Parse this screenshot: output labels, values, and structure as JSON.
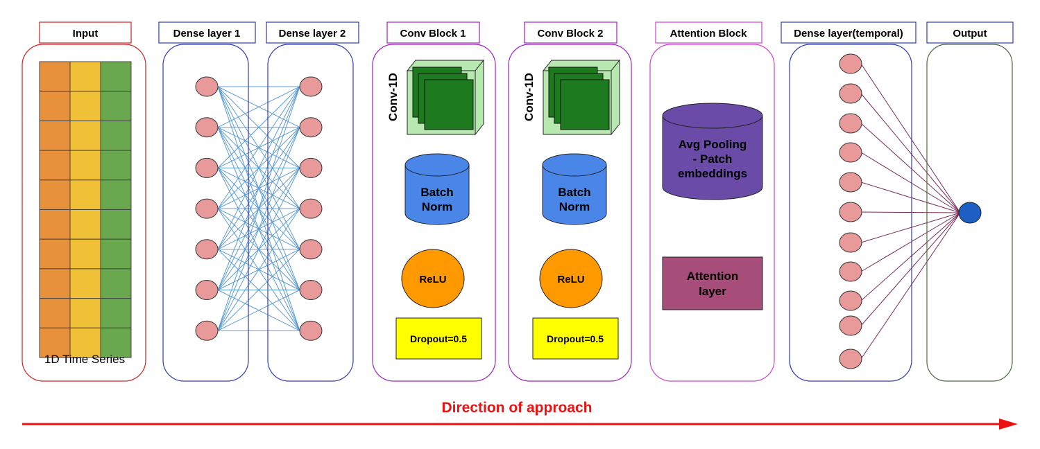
{
  "headers": {
    "input": "Input",
    "dense1": "Dense layer 1",
    "dense2": "Dense layer 2",
    "conv1": "Conv Block 1",
    "conv2": "Conv Block 2",
    "attention": "Attention Block",
    "dense_temporal": "Dense layer(temporal)",
    "output": "Output"
  },
  "input_caption": "1D Time Series",
  "grid": {
    "rows": 10,
    "colors": [
      "#E8913C",
      "#F0C037",
      "#6AA84F"
    ]
  },
  "conv_block": {
    "conv_label": "Conv-1D",
    "batchnorm_label_1": "Batch",
    "batchnorm_label_2": "Norm",
    "relu_label": "ReLU",
    "dropout_label": "Dropout=0.5"
  },
  "attention_block": {
    "pool_line1": "Avg Pooling",
    "pool_line2": "- Patch",
    "pool_line3": "embeddings",
    "attn_line1": "Attention",
    "attn_line2": "layer"
  },
  "direction_label": "Direction of approach",
  "node_counts": {
    "dense1": 7,
    "dense2": 7,
    "temporal": 11
  },
  "colors": {
    "node_fill": "#E89A9A",
    "input_border": "#CC2222",
    "dense_border": "#2E3BB5",
    "conv_border": "#A020C0",
    "attention_border": "#D040D0",
    "output_border": "#4A6B3A",
    "batchnorm": "#4A86E8",
    "relu": "#FF9900",
    "dropout": "#FFFF00",
    "pooling": "#6A4BA8",
    "attention_layer": "#A64D79",
    "conv_face": "#1E7A1E",
    "conv_light": "#B6E8B0",
    "output_node": "#1F5FC4",
    "arrow": "#EE1111",
    "dense_edges": "#5B9BD5",
    "temporal_edges": "#7A2A5A"
  }
}
